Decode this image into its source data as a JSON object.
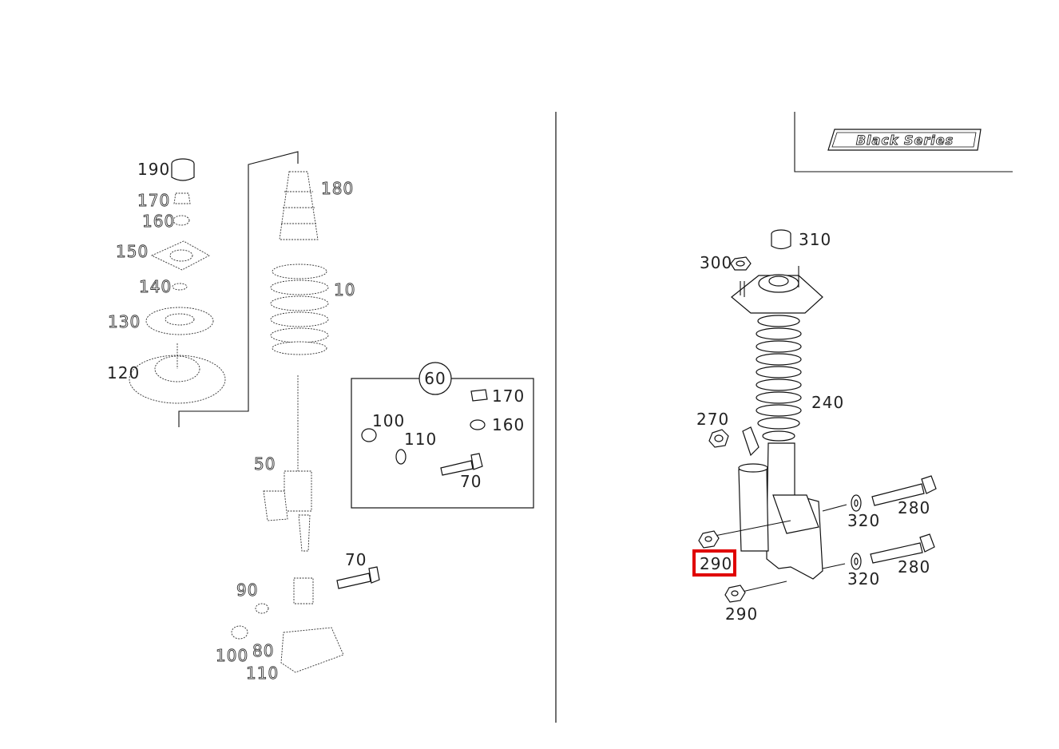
{
  "badge": "Black Series",
  "left_panel": {
    "labels": {
      "l190": "190",
      "l180": "180",
      "l170": "170",
      "l160": "160",
      "l150": "150",
      "l140": "140",
      "l130": "130",
      "l120": "120",
      "l10": "10",
      "l50": "50",
      "l70": "70",
      "l90": "90",
      "l80": "80",
      "l100": "100",
      "l110": "110"
    },
    "inset": {
      "ref": "60",
      "l170": "170",
      "l160": "160",
      "l100": "100",
      "l110": "110",
      "l70": "70"
    }
  },
  "right_panel": {
    "labels": {
      "l310": "310",
      "l300": "300",
      "l240": "240",
      "l270": "270",
      "l280a": "280",
      "l280b": "280",
      "l320a": "320",
      "l320b": "320",
      "l290a": "290",
      "l290b": "290"
    },
    "highlighted": "290",
    "highlight_color": "#e00000"
  }
}
